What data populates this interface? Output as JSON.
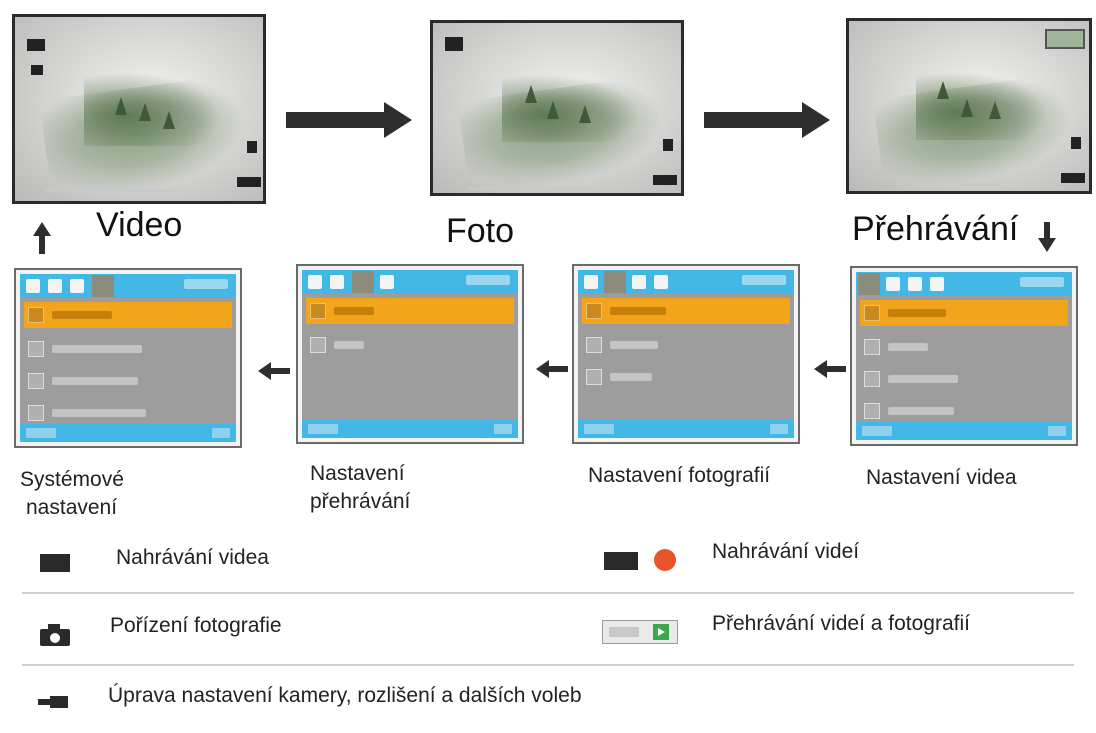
{
  "modes": {
    "video": "Video",
    "photo": "Foto",
    "playback": "Přehrávání"
  },
  "menus": {
    "system": {
      "caption_line1": "Systémové",
      "caption_line2": "nastavení"
    },
    "playback": {
      "caption_line1": "Nastavení",
      "caption_line2": "přehrávání"
    },
    "photo": {
      "caption": "Nastavení fotografií"
    },
    "video": {
      "caption": "Nastavení videa"
    }
  },
  "legend": {
    "video_record": "Nahrávání videa",
    "recording_videos": "Nahrávání videí",
    "take_photo": "Pořízení fotografie",
    "playback_all": "Přehrávání videí a fotografií",
    "settings": "Úprava nastavení kamery, rozlišení a dalších voleb"
  },
  "colors": {
    "menu_header": "#43b7e6",
    "menu_highlight": "#f2a41a",
    "record_dot": "#e8542a",
    "playback_badge": "#3aa84a"
  },
  "icons": [
    "video-camera-icon",
    "record-dot-icon",
    "camera-icon",
    "playback-badge-icon",
    "settings-tool-icon",
    "arrow-icon"
  ]
}
